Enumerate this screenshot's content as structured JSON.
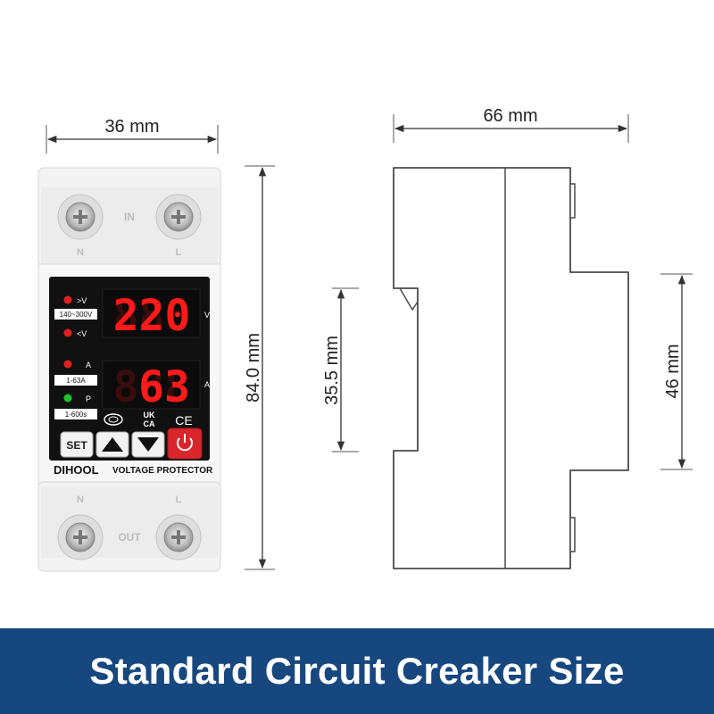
{
  "dimensions": {
    "width_front": "36 mm",
    "height_front": "84.0 mm",
    "width_side": "66 mm",
    "inner_height_left": "35.5 mm",
    "inner_height_right": "46 mm"
  },
  "device": {
    "top_terminal_label": "IN",
    "bottom_terminal_label": "OUT",
    "neutral_label": "N",
    "line_label": "L",
    "voltage_display": "220",
    "voltage_unit": "V",
    "current_display": "63",
    "current_unit": "A",
    "indicator_over_v": ">V",
    "indicator_under_v": "<V",
    "voltage_range": "140~300V",
    "indicator_a": "A",
    "current_range": "1-63A",
    "indicator_p": "P",
    "time_range": "1-600s",
    "cert_ukca_top": "UK",
    "cert_ukca_bottom": "CA",
    "cert_ce": "CE",
    "set_label": "SET",
    "brand": "DIHOOL",
    "product": "VOLTAGE PROTECTOR"
  },
  "colors": {
    "banner": "#17477f",
    "segment_on": "#ff1a1a",
    "power_button": "#d9262c",
    "led_red": "#e02020",
    "led_green": "#22c22a"
  },
  "banner": {
    "text": "Standard Circuit Creaker Size"
  }
}
